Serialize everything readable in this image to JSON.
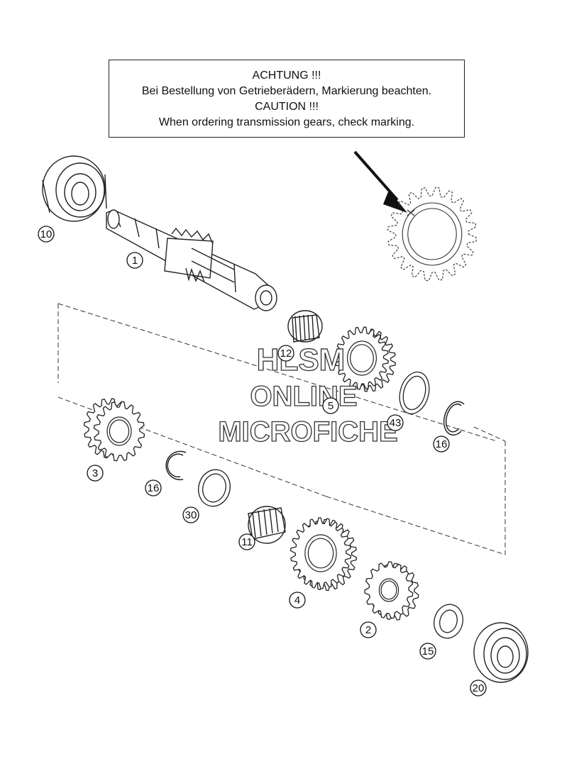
{
  "notice": {
    "line1": "ACHTUNG !!!",
    "line2": "Bei Bestellung von Getrieberädern, Markierung beachten.",
    "line3": "CAUTION !!!",
    "line4": "When ordering transmission gears, check marking."
  },
  "watermark": {
    "line1": "HLSM",
    "line2": "ONLINE",
    "line3": "MICROFICHE"
  },
  "callouts": [
    "10",
    "1",
    "12",
    "5",
    "43",
    "16",
    "3",
    "16",
    "30",
    "11",
    "4",
    "2",
    "15",
    "20"
  ]
}
